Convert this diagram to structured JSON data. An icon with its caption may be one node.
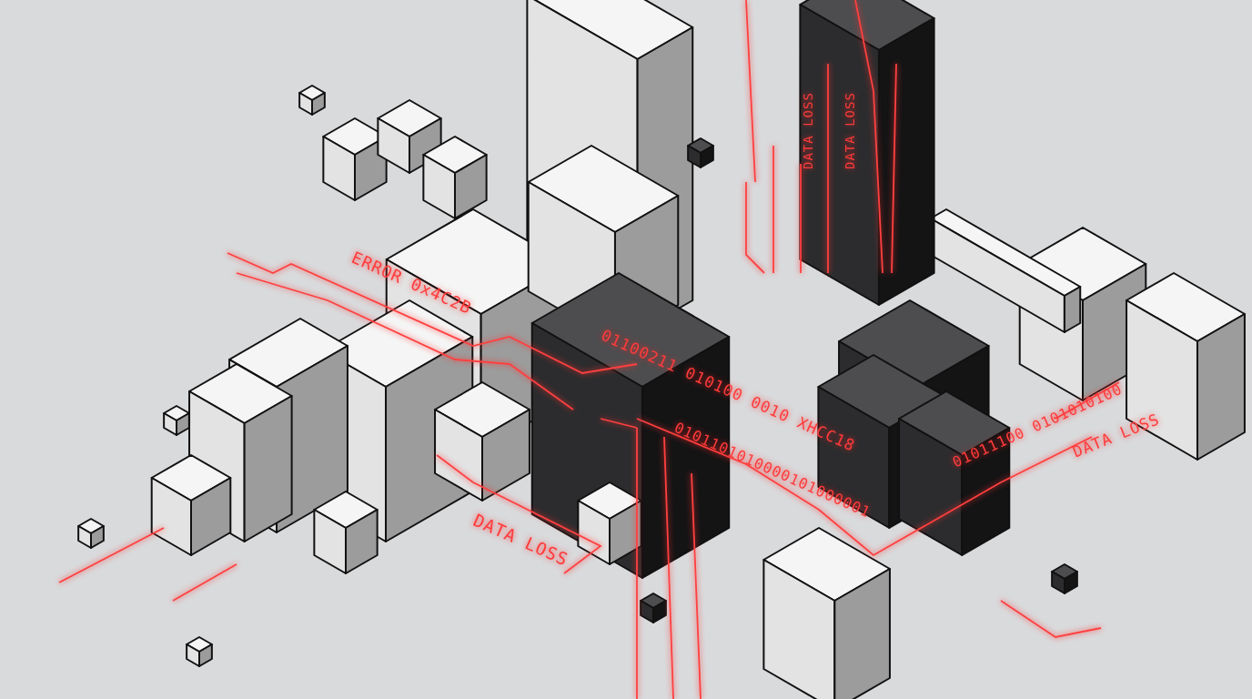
{
  "diagram": {
    "labels": [
      "DATA LOSS",
      "DATA LOSS",
      "ERROR 0x4C2B",
      "01100211 010100 0010 XHCC18",
      "01011100 0101010100",
      "DATA LOSS",
      "0101101010000101000001",
      "DATA LOSS"
    ]
  }
}
